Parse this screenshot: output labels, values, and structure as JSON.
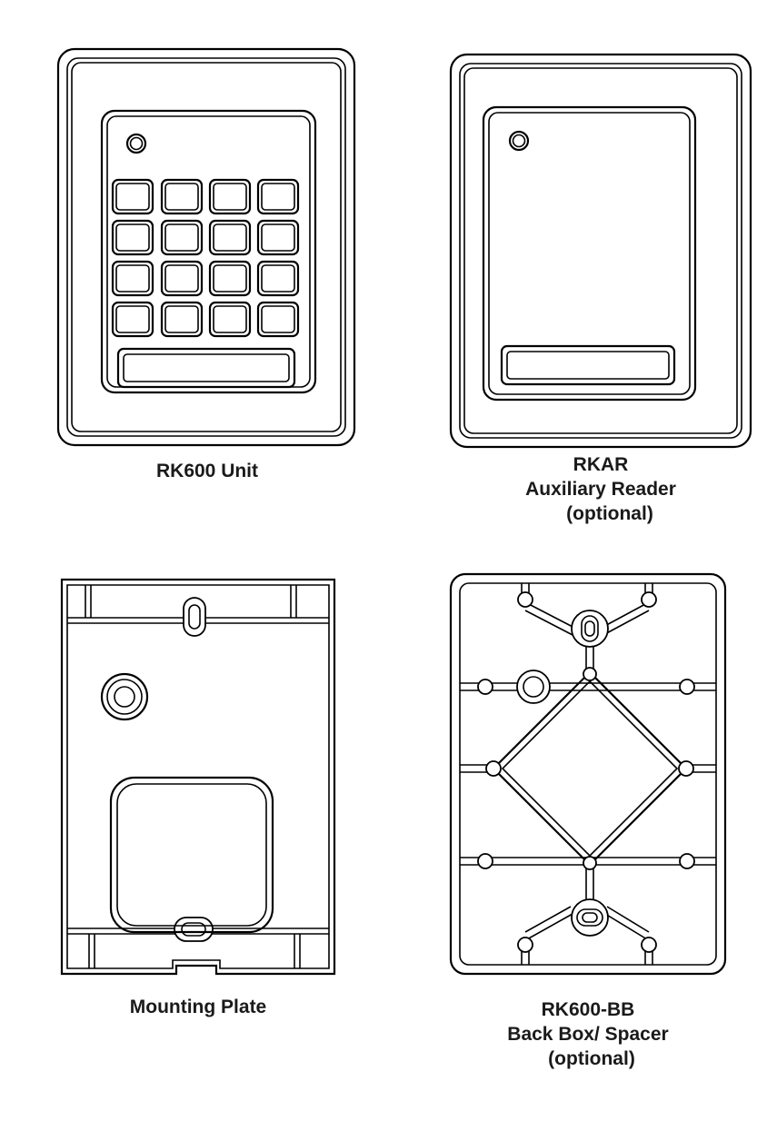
{
  "figures": [
    {
      "id": "rk600-unit",
      "caption": [
        "RK600 Unit"
      ]
    },
    {
      "id": "rkar",
      "caption": [
        "RKAR",
        "Auxiliary Reader",
        "(optional)"
      ]
    },
    {
      "id": "mounting-plate",
      "caption": [
        "Mounting Plate"
      ]
    },
    {
      "id": "back-box",
      "caption": [
        "RK600-BB",
        "Back Box/ Spacer",
        "(optional)"
      ]
    }
  ]
}
